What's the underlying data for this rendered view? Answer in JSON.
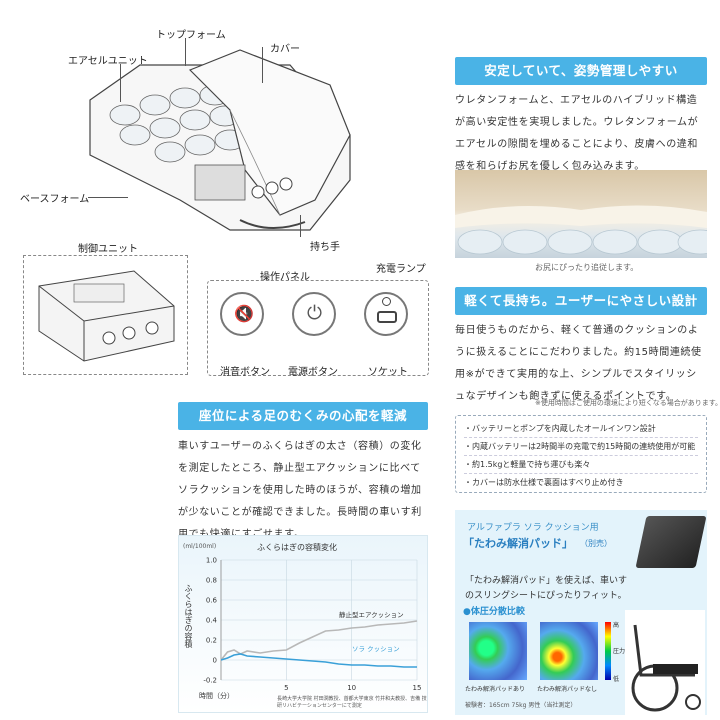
{
  "diagram": {
    "labels": {
      "top_foam": "トップフォーム",
      "cover": "カバー",
      "air_cell_unit": "エアセルユニット",
      "base_foam": "ベースフォーム",
      "handle": "持ち手",
      "control_unit": "制御ユニット",
      "operation_panel": "操作パネル",
      "charge_lamp": "充電ランプ",
      "mute_button": "消音ボタン",
      "power_button": "電源ボタン",
      "socket": "ソケット"
    }
  },
  "section_stable": {
    "header": "安定していて、姿勢管理しやすい",
    "body": "ウレタンフォームと、エアセルのハイブリッド構造が高い安定性を実現しました。ウレタンフォームがエアセルの隙間を埋めることにより、皮膚への違和感を和らげお尻を優しく包み込みます。",
    "caption": "お尻にぴったり追従します。"
  },
  "section_light": {
    "header": "軽くて長持ち。ユーザーにやさしい設計",
    "body": "毎日使うものだから、軽くて普通のクッションのように扱えることにこだわりました。約15時間連続使用※ができて実用的な上、シンプルでスタイリッシュなデザインも飽きずに使えるポイントです。",
    "note": "※使用時間はご使用の環境により短くなる場合があります。",
    "bullets": [
      "・バッテリーとポンプを内蔵したオールインワン設計",
      "・内蔵バッテリーは2時間半の充電で約15時間の連続使用が可能",
      "・約1.5kgと軽量で持ち運びも楽々",
      "・カバーは防水仕様で裏面はすべり止め付き"
    ]
  },
  "section_swelling": {
    "header": "座位による足のむくみの心配を軽減",
    "body": "車いすユーザーのふくらはぎの太さ（容積）の変化を測定したところ、静止型エアクッションに比べてソラクッションを使用した時のほうが、容積の増加が少ないことが確認できました。長時間の車いす利用でも快適にすごせます。"
  },
  "pad": {
    "subtitle": "アルファプラ ソラ クッション用",
    "title": "「たわみ解消パッド」",
    "sold_separately": "（別売）",
    "body": "「たわみ解消パッド」を使えば、車いすのスリングシートにぴったりフィット。",
    "compare_title": "●体圧分散比較",
    "scale_high": "高",
    "scale_pressure": "圧力",
    "scale_low": "低",
    "caption_with": "たわみ解消パッドあり",
    "caption_without": "たわみ解消パッドなし",
    "subject": "被験者：165cm 75kg 男性（当社測定）"
  },
  "chart_data": {
    "type": "line",
    "title": "ふくらはぎの容積変化",
    "unit": "(ml/100ml)",
    "ylabel": "ふくらはぎの容積",
    "xlabel": "時間（分）",
    "xlim": [
      0,
      15
    ],
    "ylim": [
      -0.2,
      1.0
    ],
    "yticks": [
      "1.0",
      "0.8",
      "0.6",
      "0.4",
      "0.2",
      "0",
      "-0.2"
    ],
    "xticks": [
      "5",
      "10",
      "15"
    ],
    "grid": true,
    "source": "長崎大学大学院 村田潤教授、首都大学東京 竹井和夫教授、吉備 技研リハビテーションセンターにて測定",
    "series": [
      {
        "name": "静止型エアクッション",
        "color": "#b8b8b8",
        "x": [
          0,
          0.5,
          1,
          1.5,
          2,
          3,
          4,
          5,
          6,
          7,
          8,
          9,
          10,
          11,
          12,
          13,
          14,
          15
        ],
        "y": [
          0,
          0.08,
          0.1,
          0.06,
          0.09,
          0.07,
          0.09,
          0.1,
          0.17,
          0.23,
          0.29,
          0.3,
          0.32,
          0.33,
          0.35,
          0.36,
          0.37,
          0.39
        ]
      },
      {
        "name": "ソラ クッション",
        "color": "#3aa0d8",
        "x": [
          0,
          0.5,
          1,
          1.5,
          2,
          3,
          4,
          5,
          6,
          7,
          8,
          9,
          10,
          11,
          12,
          13,
          14,
          15
        ],
        "y": [
          0,
          0.02,
          0.05,
          0.06,
          0.04,
          0.03,
          0.02,
          0.01,
          0.0,
          -0.01,
          -0.02,
          -0.04,
          -0.05,
          -0.05,
          -0.06,
          -0.06,
          -0.07,
          -0.07
        ]
      }
    ]
  }
}
